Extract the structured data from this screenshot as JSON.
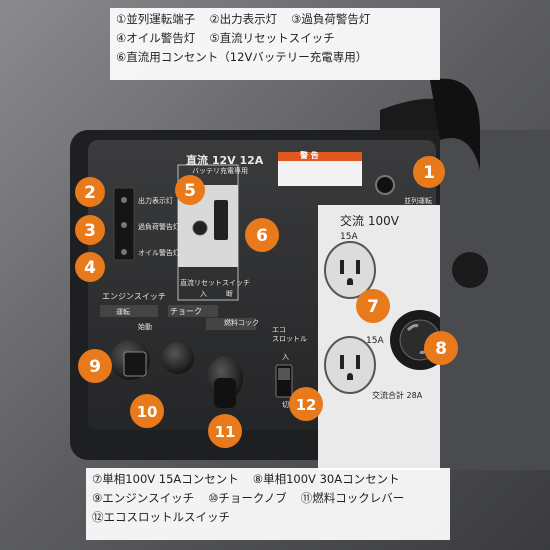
{
  "legend_top": [
    "①並列運転端子",
    "②出力表示灯",
    "③過負荷警告灯",
    "④オイル警告灯",
    "⑤直流リセットスイッチ",
    "⑥直流用コンセント（12Vバッテリー充電専用）"
  ],
  "legend_bottom": [
    "⑦単相100V 15Aコンセント",
    "⑧単相100V 30Aコンセント",
    "⑨エンジンスイッチ",
    "⑩チョークノブ",
    "⑪燃料コックレバー",
    "⑫エコスロットルスイッチ"
  ],
  "markers": [
    "1",
    "2",
    "3",
    "4",
    "5",
    "6",
    "7",
    "8",
    "9",
    "10",
    "11",
    "12"
  ],
  "panel": {
    "dc_title": "直流 12V 12A",
    "dc_sub": "バッテリ充電専用",
    "dc_reset": "直流リセットスイッチ",
    "dc_on": "入",
    "dc_off": "断",
    "warning": "警 告",
    "ac_title": "交流 100V",
    "ac_15a_top": "15A",
    "ac_15a_bottom": "15A",
    "ac_total": "交流合計 28A",
    "parallel": "並列運転",
    "lamp_output": "出力表示灯",
    "lamp_overload": "過負荷警告灯",
    "lamp_oil": "オイル警告灯",
    "engine_switch": "エンジンスイッチ",
    "engine_run": "運転",
    "engine_start": "始動",
    "choke": "チョーク",
    "fuel_cock": "燃料コック",
    "eco_throttle": "エコ\nスロットル",
    "eco_on": "入",
    "eco_off": "切"
  },
  "colors": {
    "marker": "#e87a1c",
    "marker_text": "#ffffff",
    "panel_dark": "#2a2b2d",
    "housing": "#5b5c5f"
  }
}
